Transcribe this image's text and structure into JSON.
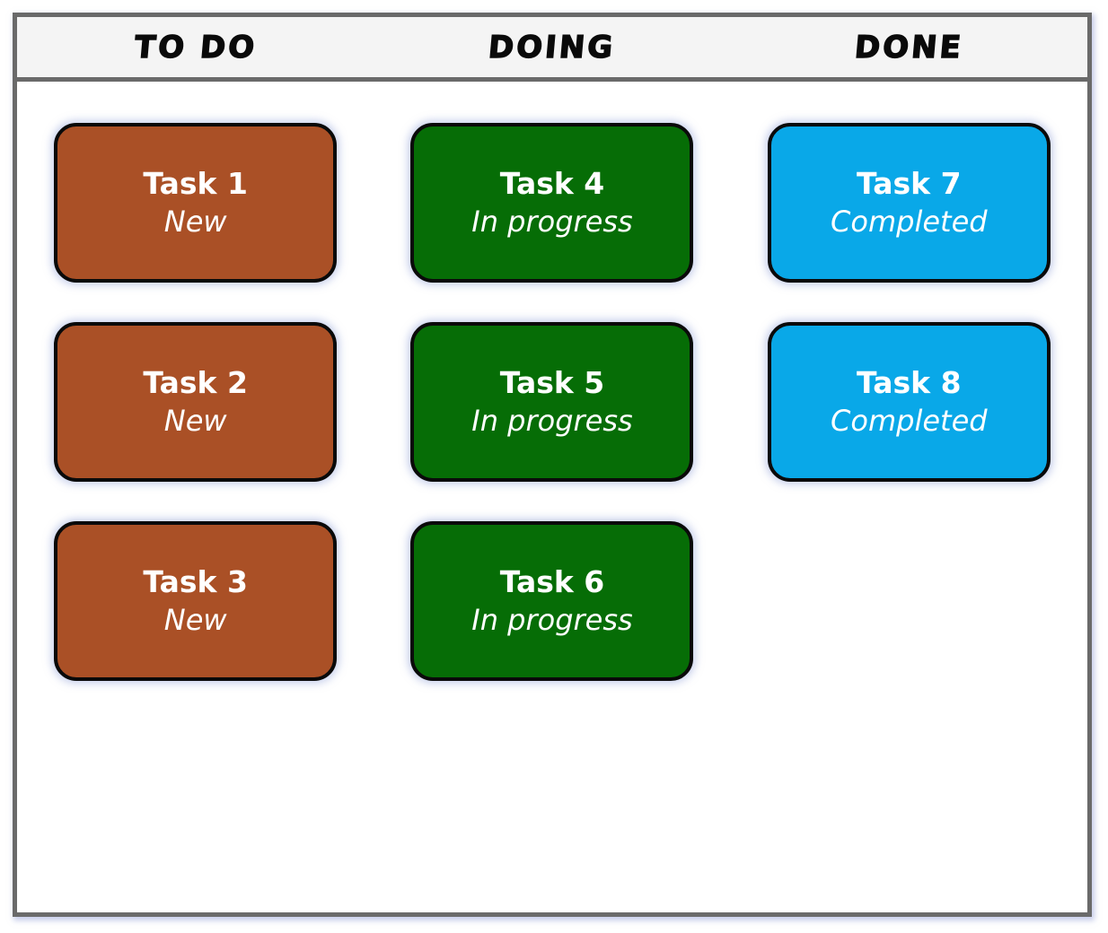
{
  "board": {
    "columns": [
      {
        "label": "TO DO",
        "card_color": "#aa5026",
        "cards": [
          {
            "title": "Task 1",
            "status": "New"
          },
          {
            "title": "Task 2",
            "status": "New"
          },
          {
            "title": "Task 3",
            "status": "New"
          }
        ]
      },
      {
        "label": "DOING",
        "card_color": "#066d06",
        "cards": [
          {
            "title": "Task 4",
            "status": "In progress"
          },
          {
            "title": "Task 5",
            "status": "In progress"
          },
          {
            "title": "Task 6",
            "status": "In progress"
          }
        ]
      },
      {
        "label": "DONE",
        "card_color": "#09a8e8",
        "cards": [
          {
            "title": "Task 7",
            "status": "Completed"
          },
          {
            "title": "Task 8",
            "status": "Completed"
          }
        ]
      }
    ],
    "colors": {
      "frame_border": "#6a6a6a",
      "header_bg": "#f4f4f4",
      "card_border": "#0a0a0a",
      "card_text": "#ffffff"
    }
  }
}
